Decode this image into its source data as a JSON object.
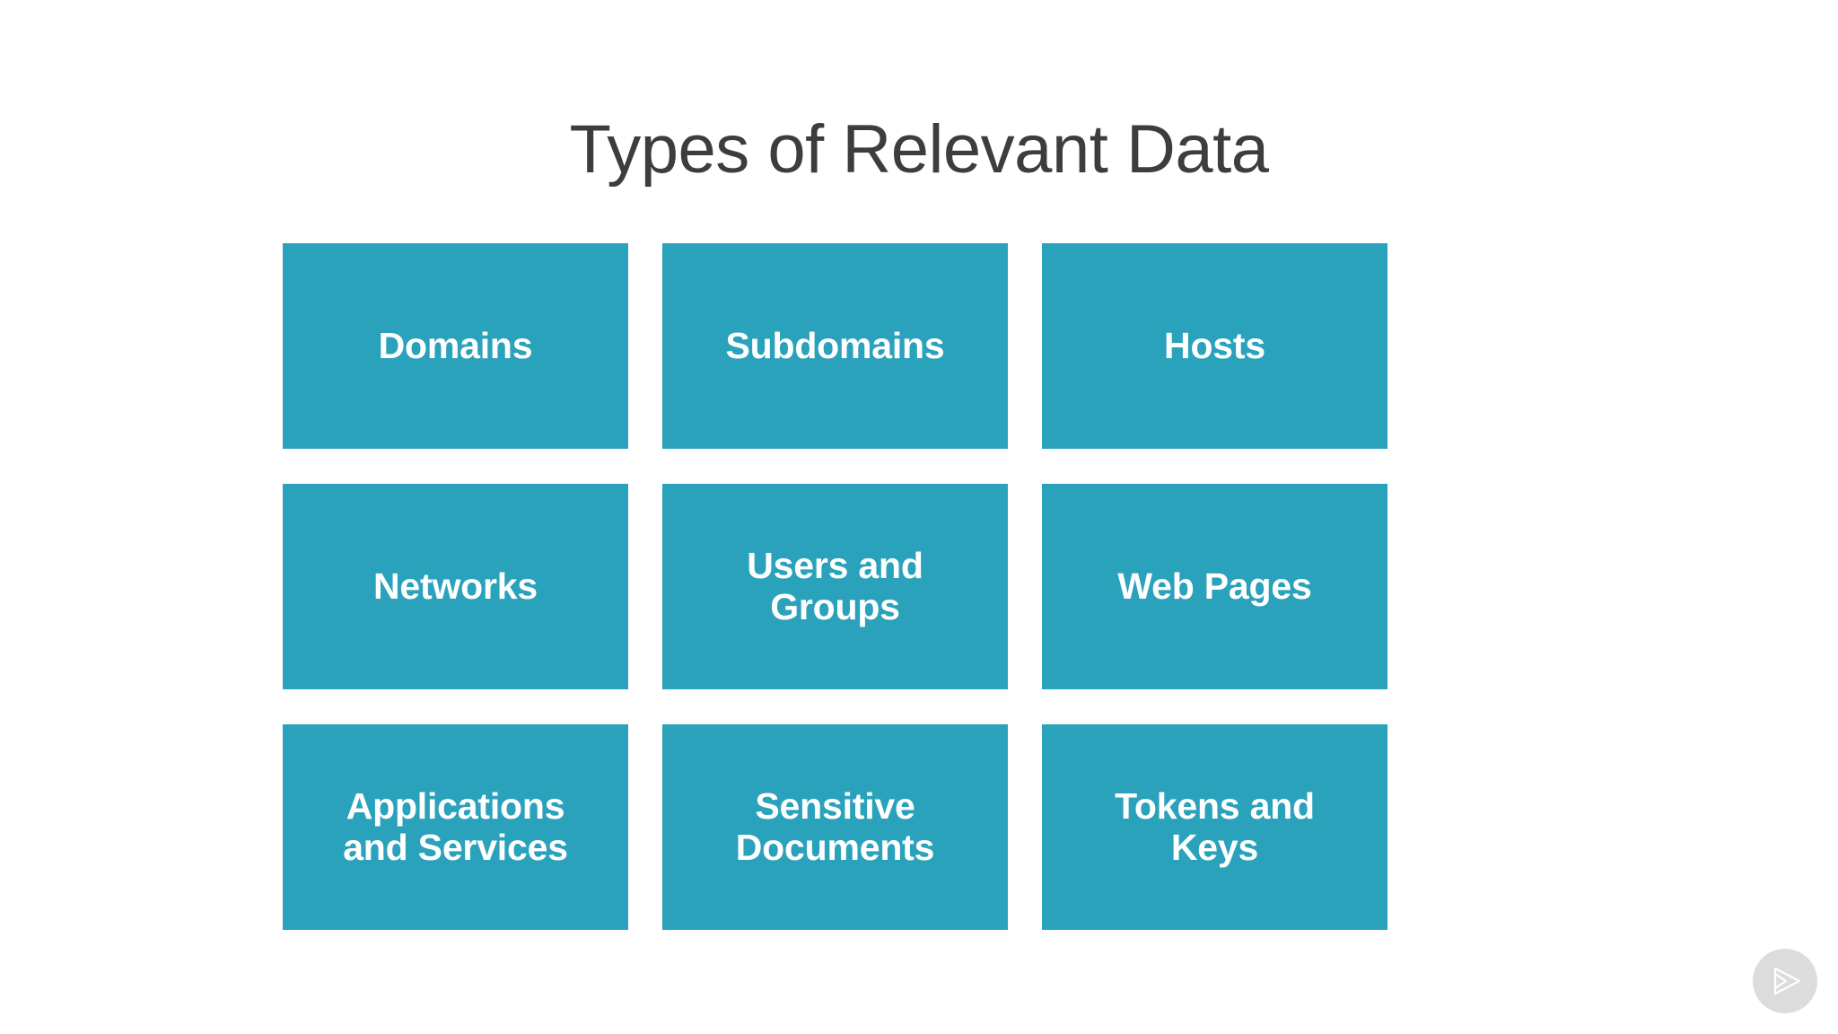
{
  "slide": {
    "title": "Types of Relevant Data",
    "background_color": "#ffffff",
    "title_color": "#3d3d3d",
    "card_color": "#2ba2bc",
    "card_text_color": "#ffffff"
  },
  "grid": {
    "columns": 3,
    "rows": 3,
    "cards": [
      {
        "label": "Domains"
      },
      {
        "label": "Subdomains"
      },
      {
        "label": "Hosts"
      },
      {
        "label": "Networks"
      },
      {
        "label": "Users and\nGroups"
      },
      {
        "label": "Web Pages"
      },
      {
        "label": "Applications\nand Services"
      },
      {
        "label": "Sensitive\nDocuments"
      },
      {
        "label": "Tokens and\nKeys"
      }
    ]
  },
  "brand": {
    "icon": "play-triangle-icon",
    "circle_color": "#dcdcdc",
    "glyph_color": "#ffffff"
  }
}
